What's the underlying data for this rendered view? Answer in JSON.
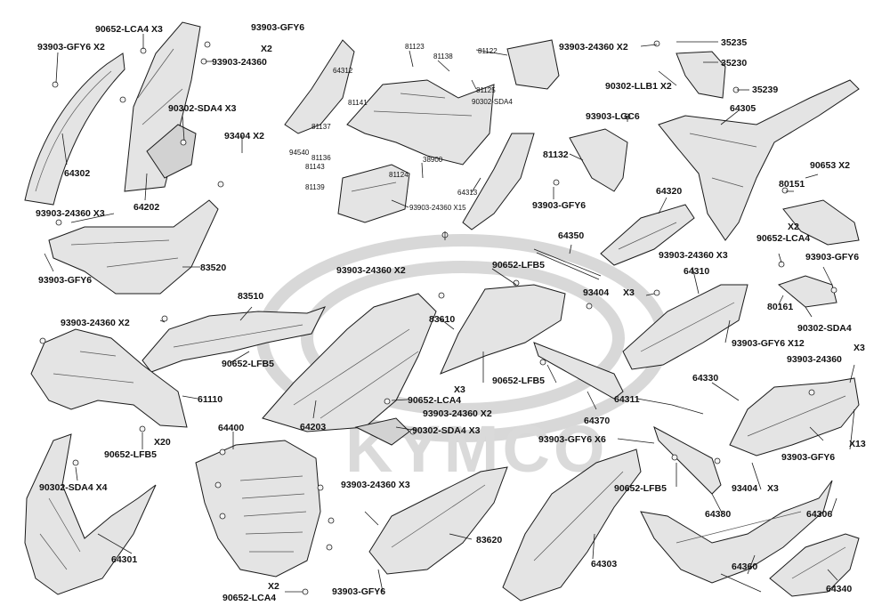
{
  "watermark": "KYMCO",
  "labels": [
    {
      "text": "90652-LCA4 X3"
    },
    {
      "text": "93903-GFY6"
    },
    {
      "text": "X2"
    },
    {
      "text": "93903-24360"
    },
    {
      "text": "93903-GFY6 X2"
    },
    {
      "text": "90302-SDA4 X3"
    },
    {
      "text": "93404  X2"
    },
    {
      "text": "64302"
    },
    {
      "text": "64202"
    },
    {
      "text": "93903-24360 X3"
    },
    {
      "text": "83520"
    },
    {
      "text": "93903-GFY6"
    },
    {
      "text": "81123"
    },
    {
      "text": "81138"
    },
    {
      "text": "81122"
    },
    {
      "text": "64312"
    },
    {
      "text": "81141"
    },
    {
      "text": "81125"
    },
    {
      "text": "90302-SDA4"
    },
    {
      "text": "81137"
    },
    {
      "text": "94540"
    },
    {
      "text": "81136"
    },
    {
      "text": "81143"
    },
    {
      "text": "81124"
    },
    {
      "text": "38900"
    },
    {
      "text": "81139"
    },
    {
      "text": "64313"
    },
    {
      "text": "93903-24360 X15"
    },
    {
      "text": "93903-24360 X2"
    },
    {
      "text": "35235"
    },
    {
      "text": "35230"
    },
    {
      "text": "90302-LLB1 X2"
    },
    {
      "text": "35239"
    },
    {
      "text": "93903-LGC6"
    },
    {
      "text": "64305"
    },
    {
      "text": "81132"
    },
    {
      "text": "90653  X2"
    },
    {
      "text": "80151"
    },
    {
      "text": "64320"
    },
    {
      "text": "93903-GFY6"
    },
    {
      "text": "X2"
    },
    {
      "text": "90652-LCA4"
    },
    {
      "text": "64350"
    },
    {
      "text": "93903-24360 X3"
    },
    {
      "text": "93903-GFY6"
    },
    {
      "text": "64310"
    },
    {
      "text": "80161"
    },
    {
      "text": "90302-SDA4"
    },
    {
      "text": "93903-24360 X2"
    },
    {
      "text": "90652-LFB5"
    },
    {
      "text": "83510"
    },
    {
      "text": "93404"
    },
    {
      "text": "X3"
    },
    {
      "text": "83610"
    },
    {
      "text": "93903-GFY6 X12"
    },
    {
      "text": "93903-24360 X2"
    },
    {
      "text": "90652-LFB5"
    },
    {
      "text": "X3"
    },
    {
      "text": "93903-24360"
    },
    {
      "text": "61110"
    },
    {
      "text": "90652-LFB5"
    },
    {
      "text": "X3"
    },
    {
      "text": "90652-LCA4"
    },
    {
      "text": "64311"
    },
    {
      "text": "64330"
    },
    {
      "text": "93903-24360 X2"
    },
    {
      "text": "64370"
    },
    {
      "text": "64203"
    },
    {
      "text": "90302-SDA4 X3"
    },
    {
      "text": "64400"
    },
    {
      "text": "X20"
    },
    {
      "text": "90652-LFB5"
    },
    {
      "text": "93903-GFY6 X6"
    },
    {
      "text": "X13"
    },
    {
      "text": "93903-GFY6"
    },
    {
      "text": "90302-SDA4 X4"
    },
    {
      "text": "93903-24360 X3"
    },
    {
      "text": "83620"
    },
    {
      "text": "90652-LFB5"
    },
    {
      "text": "93404"
    },
    {
      "text": "X3"
    },
    {
      "text": "64380"
    },
    {
      "text": "64306"
    },
    {
      "text": "64301"
    },
    {
      "text": "64303"
    },
    {
      "text": "64360"
    },
    {
      "text": "X2"
    },
    {
      "text": "90652-LCA4"
    },
    {
      "text": "93903-GFY6"
    },
    {
      "text": "64340"
    }
  ]
}
